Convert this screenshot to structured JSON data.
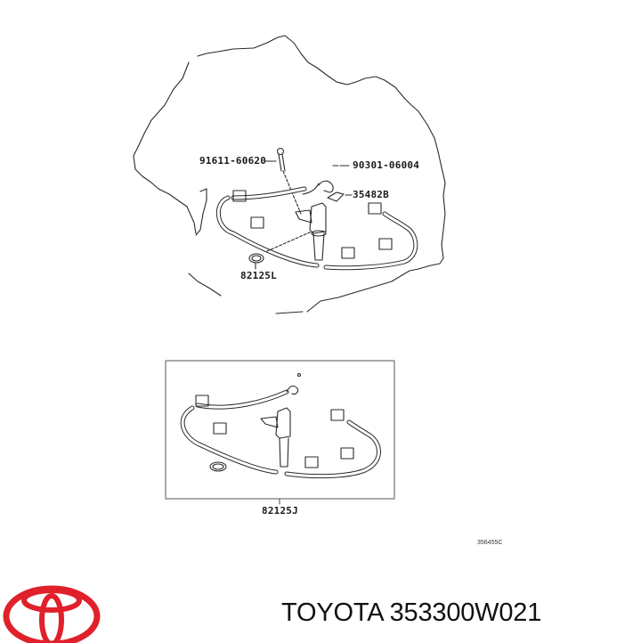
{
  "diagram": {
    "type": "exploded parts diagram",
    "subject": "transmission wiring harness with speed sensor",
    "main_view": {
      "callouts": [
        {
          "id": "bolt",
          "label": "91611-60620"
        },
        {
          "id": "pin",
          "label": "90301-06004"
        },
        {
          "id": "sensor",
          "label": "35482B"
        },
        {
          "id": "o-ring",
          "label": "82125L"
        }
      ]
    },
    "inset_view": {
      "callouts": [
        {
          "id": "harness-assembly",
          "label": "82125J"
        }
      ]
    },
    "figure_code": "356455C"
  },
  "footer": {
    "brand_logo": "toyota-logo",
    "logo_color": "#e0202a",
    "caption": "TOYOTA 353300W021"
  }
}
